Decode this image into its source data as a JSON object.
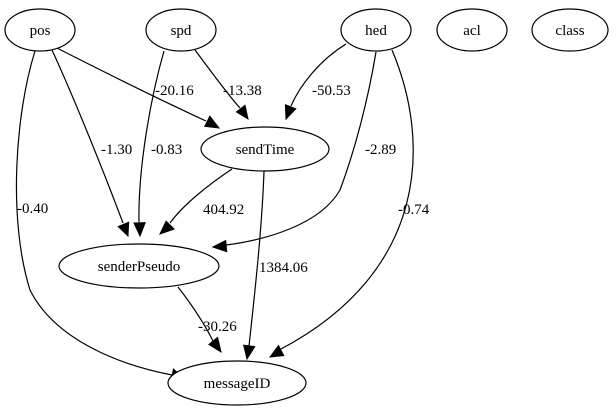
{
  "graph": {
    "nodes": [
      {
        "id": "pos",
        "label": "pos"
      },
      {
        "id": "spd",
        "label": "spd"
      },
      {
        "id": "hed",
        "label": "hed"
      },
      {
        "id": "acl",
        "label": "acl"
      },
      {
        "id": "class",
        "label": "class"
      },
      {
        "id": "sendTime",
        "label": "sendTime"
      },
      {
        "id": "senderPseudo",
        "label": "senderPseudo"
      },
      {
        "id": "messageID",
        "label": "messageID"
      }
    ],
    "edges": [
      {
        "id": "pos-sendTime",
        "from": "pos",
        "to": "sendTime",
        "label": "-20.16"
      },
      {
        "id": "pos-senderPseudo",
        "from": "pos",
        "to": "senderPseudo",
        "label": "-1.30"
      },
      {
        "id": "pos-messageID",
        "from": "pos",
        "to": "messageID",
        "label": "-0.40"
      },
      {
        "id": "spd-sendTime",
        "from": "spd",
        "to": "sendTime",
        "label": "-13.38"
      },
      {
        "id": "spd-senderPseudo",
        "from": "spd",
        "to": "senderPseudo",
        "label": "-0.83"
      },
      {
        "id": "hed-sendTime",
        "from": "hed",
        "to": "sendTime",
        "label": "-50.53"
      },
      {
        "id": "hed-senderPseudo",
        "from": "hed",
        "to": "senderPseudo",
        "label": "-2.89"
      },
      {
        "id": "hed-messageID",
        "from": "hed",
        "to": "messageID",
        "label": "-0.74"
      },
      {
        "id": "sendTime-senderPseudo",
        "from": "sendTime",
        "to": "senderPseudo",
        "label": "404.92"
      },
      {
        "id": "sendTime-messageID",
        "from": "sendTime",
        "to": "messageID",
        "label": "1384.06"
      },
      {
        "id": "senderPseudo-messageID",
        "from": "senderPseudo",
        "to": "messageID",
        "label": "-30.26"
      }
    ]
  }
}
